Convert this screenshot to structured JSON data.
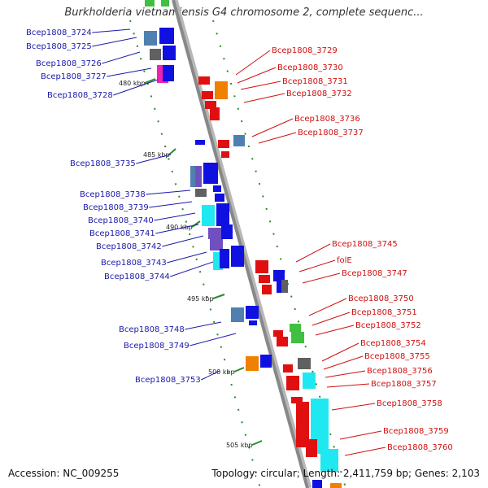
{
  "title": "Burkholderia vietnamiensis G4 chromosome 2, complete sequenc...",
  "accession_text": "Accession: NC_009255",
  "topology_text": "Topology: circular; Length: 2,411,759 bp; Genes: 2,103",
  "kbp_labels": [
    "480 kbp",
    "485 kbp",
    "490 kbp",
    "495 kbp",
    "500 kbp",
    "505 kbp"
  ],
  "left_labels": [
    "Bcep1808_3724",
    "Bcep1808_3725",
    "Bcep1808_3726",
    "Bcep1808_3727",
    "Bcep1808_3728",
    "Bcep1808_3735",
    "Bcep1808_3738",
    "Bcep1808_3739",
    "Bcep1808_3740",
    "Bcep1808_3741",
    "Bcep1808_3742",
    "Bcep1808_3743",
    "Bcep1808_3744",
    "Bcep1808_3748",
    "Bcep1808_3749",
    "Bcep1808_3753"
  ],
  "right_labels": [
    "Bcep1808_3729",
    "Bcep1808_3730",
    "Bcep1808_3731",
    "Bcep1808_3732",
    "Bcep1808_3736",
    "Bcep1808_3737",
    "Bcep1808_3745",
    "folE",
    "Bcep1808_3747",
    "Bcep1808_3750",
    "Bcep1808_3751",
    "Bcep1808_3752",
    "Bcep1808_3754",
    "Bcep1808_3755",
    "Bcep1808_3756",
    "Bcep1808_3757",
    "Bcep1808_3758",
    "Bcep1808_3759",
    "Bcep1808_3760"
  ],
  "colors": {
    "left_label": "#1a1aa8",
    "right_label": "#d01010",
    "axis": "#888888",
    "tick": "#2a8a2a",
    "blue": "#1010e0",
    "steel": "#5080b0",
    "red": "#e01010",
    "orange": "#f08000",
    "green": "#40c040",
    "cyan": "#20e8f0",
    "gray": "#606060",
    "magenta": "#f020b0",
    "purple": "#7050c0"
  }
}
